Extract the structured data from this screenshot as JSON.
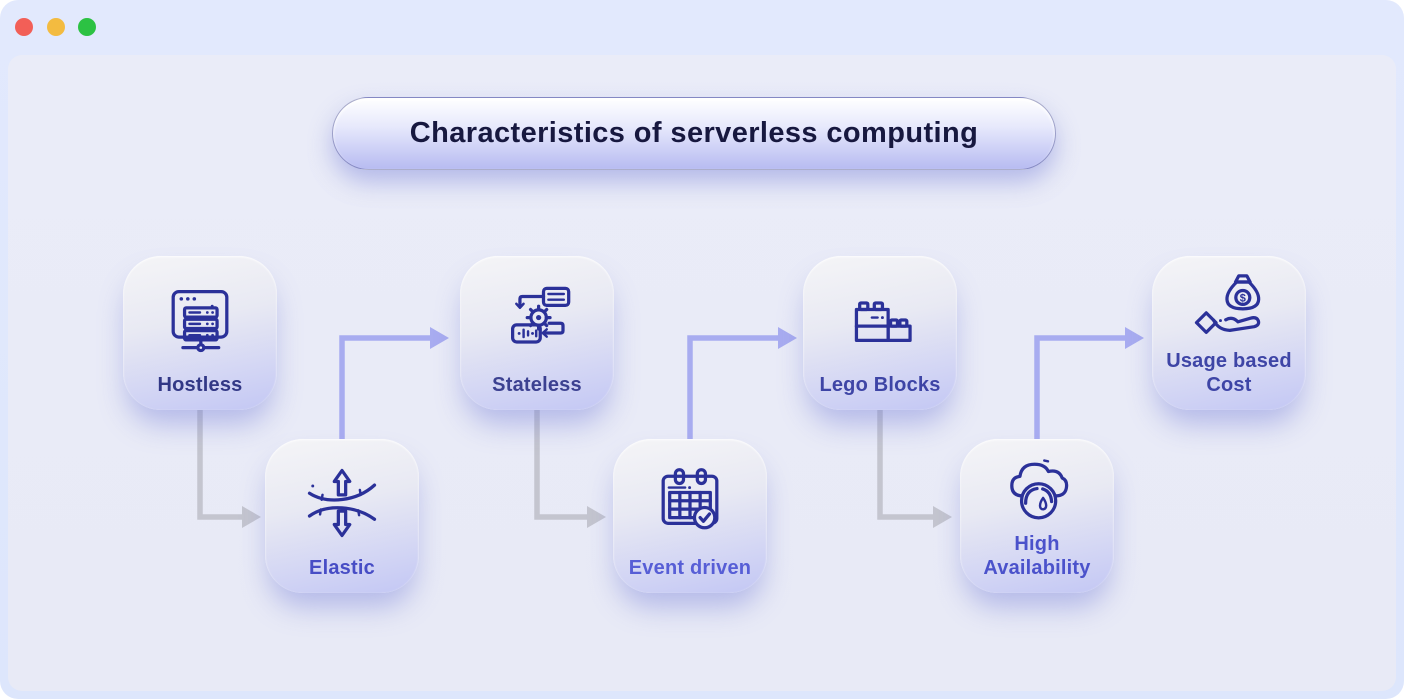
{
  "title": {
    "text": "Characteristics of serverless computing"
  },
  "window_controls": {
    "close": "close",
    "minimize": "minimize",
    "zoom": "zoom",
    "colors": {
      "close": "#f25f57",
      "minimize": "#f3bb40",
      "zoom": "#2cc243"
    }
  },
  "nodes": [
    {
      "id": "hostless",
      "label": "Hostless",
      "icon": "server-browser-icon",
      "label_color": "#323886"
    },
    {
      "id": "elastic",
      "label": "Elastic",
      "icon": "elastic-stretch-icon",
      "label_color": "#474dc5"
    },
    {
      "id": "stateless",
      "label": "Stateless",
      "icon": "workflow-gear-icon",
      "label_color": "#3c4191"
    },
    {
      "id": "event-driven",
      "label": "Event driven",
      "icon": "calendar-check-icon",
      "label_color": "#575ed6"
    },
    {
      "id": "lego-blocks",
      "label": "Lego Blocks",
      "icon": "lego-brick-icon",
      "label_color": "#3e45a6"
    },
    {
      "id": "high-availability",
      "label": "High Availability",
      "icon": "cloud-gauge-icon",
      "label_color": "#4b52cb"
    },
    {
      "id": "usage-based-cost",
      "label": "Usage based Cost",
      "icon": "hand-money-bag-icon",
      "label_color": "#3e45a6"
    }
  ],
  "connections": [
    {
      "from": "hostless",
      "to": "elastic",
      "color_role": "gray"
    },
    {
      "from": "elastic",
      "to": "stateless",
      "color_role": "purple"
    },
    {
      "from": "stateless",
      "to": "event-driven",
      "color_role": "gray"
    },
    {
      "from": "event-driven",
      "to": "lego-blocks",
      "color_role": "purple"
    },
    {
      "from": "lego-blocks",
      "to": "high-availability",
      "color_role": "gray"
    },
    {
      "from": "high-availability",
      "to": "usage-based-cost",
      "color_role": "purple"
    }
  ],
  "colors": {
    "arrow_gray": "#c4c5cf",
    "arrow_purple": "#a8acf0",
    "icon_stroke": "#2b3199",
    "title_text": "#17183f",
    "window_bg": "#e0e8fd",
    "canvas_bg": "#e9ebf7",
    "node_gradient_top": "#f5f5f7",
    "node_gradient_bottom": "#c3c7f4",
    "pill_gradient_bottom": "#b7bbf1"
  }
}
